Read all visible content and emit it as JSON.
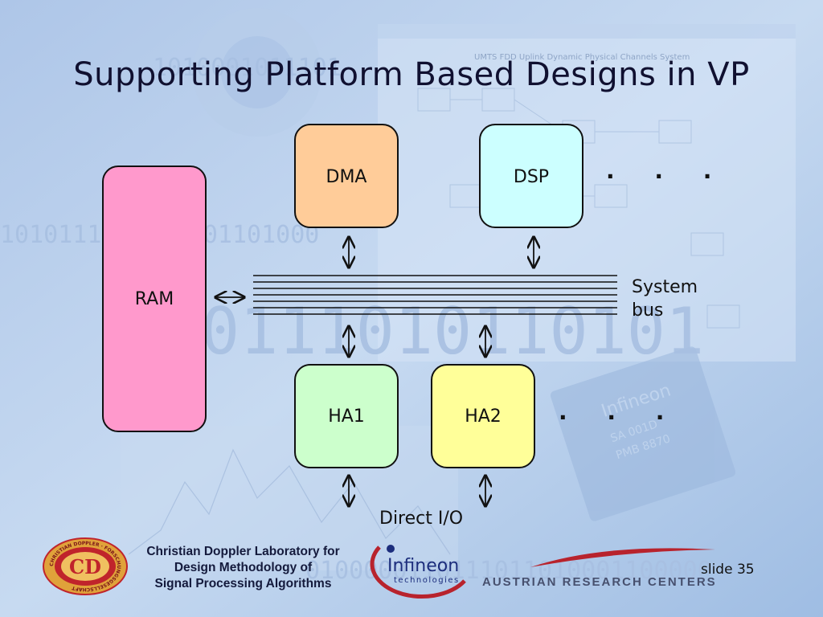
{
  "slide": {
    "title": "Supporting Platform Based Designs in VP",
    "slide_number": "slide 35"
  },
  "diagram": {
    "blocks": {
      "ram": "RAM",
      "dma": "DMA",
      "dsp": "DSP",
      "ha1": "HA1",
      "ha2": "HA2"
    },
    "more_units": ". . .",
    "bus_label_line1": "System",
    "bus_label_line2": "bus",
    "io_label": "Direct I/O",
    "colors": {
      "ram": "#ff99cc",
      "dma": "#ffcc99",
      "dsp": "#ccffff",
      "ha1": "#ccffcc",
      "ha2": "#ffff99"
    }
  },
  "footer": {
    "lab_line1": "Christian Doppler Laboratory for",
    "lab_line2": "Design Methodology of",
    "lab_line3": "Signal Processing Algorithms",
    "cd_seal_text": "CHRISTIAN DOPPLER · FORSCHUNGSGESELLSCHAFT",
    "cd_initials": "CD",
    "infineon_name": "Infineon",
    "infineon_sub": "technologies",
    "arc_text": "AUSTRIAN RESEARCH CENTERS"
  },
  "background": {
    "binary_row1": "1010001011101",
    "binary_row2": "1010111100011101101000",
    "binary_row3": "0111010110101",
    "binary_row4": "0100000110111011010001100000",
    "chip_text": "Infineon",
    "chip_code1": "SA 001D",
    "chip_code2": "PMB 8870",
    "window_title": "UMTS FDD Uplink Dynamic Physical Channels System"
  }
}
